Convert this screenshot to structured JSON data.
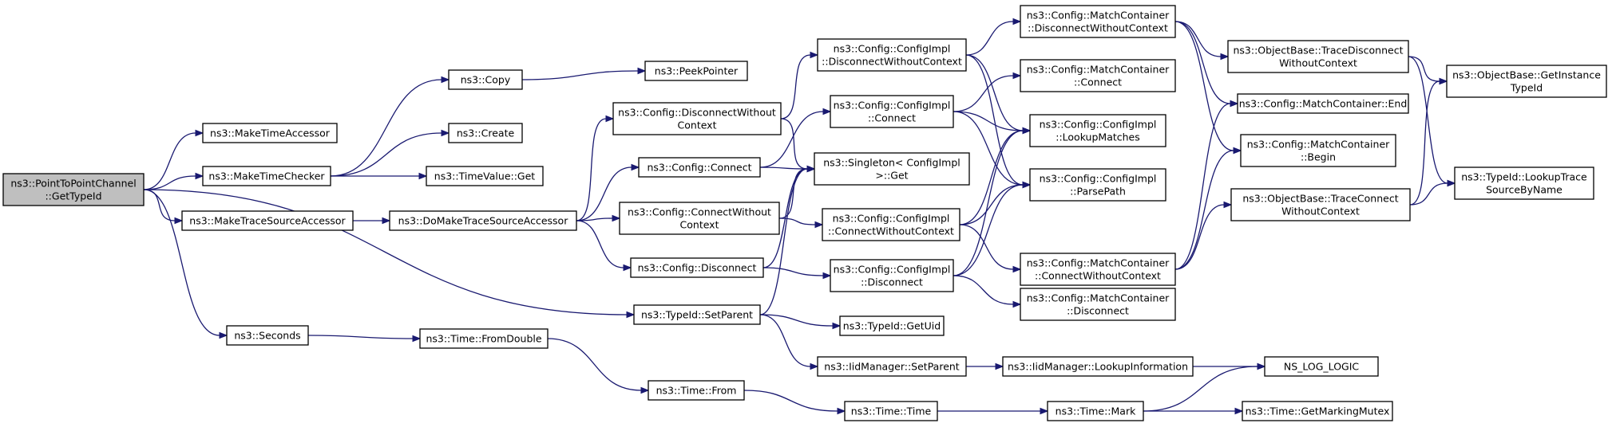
{
  "nodes": [
    {
      "id": "root",
      "lines": [
        "ns3::PointToPointChannel",
        "::GetTypeId"
      ],
      "root": true
    },
    {
      "id": "mta",
      "lines": [
        "ns3::MakeTimeAccessor"
      ]
    },
    {
      "id": "mtc",
      "lines": [
        "ns3::MakeTimeChecker"
      ]
    },
    {
      "id": "mtsa",
      "lines": [
        "ns3::MakeTraceSourceAccessor"
      ]
    },
    {
      "id": "secs",
      "lines": [
        "ns3::Seconds"
      ]
    },
    {
      "id": "copy",
      "lines": [
        "ns3::Copy"
      ]
    },
    {
      "id": "create",
      "lines": [
        "ns3::Create"
      ]
    },
    {
      "id": "tvget",
      "lines": [
        "ns3::TimeValue::Get"
      ]
    },
    {
      "id": "dmtsa",
      "lines": [
        "ns3::DoMakeTraceSourceAccessor"
      ]
    },
    {
      "id": "fromdouble",
      "lines": [
        "ns3::Time::FromDouble"
      ]
    },
    {
      "id": "peek",
      "lines": [
        "ns3::PeekPointer"
      ]
    },
    {
      "id": "cdwc",
      "lines": [
        "ns3::Config::DisconnectWithout",
        "Context"
      ]
    },
    {
      "id": "cconn",
      "lines": [
        "ns3::Config::Connect"
      ]
    },
    {
      "id": "ccwc",
      "lines": [
        "ns3::Config::ConnectWithout",
        "Context"
      ]
    },
    {
      "id": "cdisc",
      "lines": [
        "ns3::Config::Disconnect"
      ]
    },
    {
      "id": "setparent",
      "lines": [
        "ns3::TypeId::SetParent"
      ]
    },
    {
      "id": "tfrom",
      "lines": [
        "ns3::Time::From"
      ]
    },
    {
      "id": "cidwc",
      "lines": [
        "ns3::Config::ConfigImpl",
        "::DisconnectWithoutContext"
      ]
    },
    {
      "id": "cicon",
      "lines": [
        "ns3::Config::ConfigImpl",
        "::Connect"
      ]
    },
    {
      "id": "singleton",
      "lines": [
        "ns3::Singleton< ConfigImpl",
        ">::Get"
      ]
    },
    {
      "id": "cicwc",
      "lines": [
        "ns3::Config::ConfigImpl",
        "::ConnectWithoutContext"
      ]
    },
    {
      "id": "cidisc",
      "lines": [
        "ns3::Config::ConfigImpl",
        "::Disconnect"
      ]
    },
    {
      "id": "getuid",
      "lines": [
        "ns3::TypeId::GetUid"
      ]
    },
    {
      "id": "iidsp",
      "lines": [
        "ns3::IidManager::SetParent"
      ]
    },
    {
      "id": "ttime",
      "lines": [
        "ns3::Time::Time"
      ]
    },
    {
      "id": "mcdwc",
      "lines": [
        "ns3::Config::MatchContainer",
        "::DisconnectWithoutContext"
      ]
    },
    {
      "id": "mccon",
      "lines": [
        "ns3::Config::MatchContainer",
        "::Connect"
      ]
    },
    {
      "id": "cilm",
      "lines": [
        "ns3::Config::ConfigImpl",
        "::LookupMatches"
      ]
    },
    {
      "id": "cipp",
      "lines": [
        "ns3::Config::ConfigImpl",
        "::ParsePath"
      ]
    },
    {
      "id": "mccwc",
      "lines": [
        "ns3::Config::MatchContainer",
        "::ConnectWithoutContext"
      ]
    },
    {
      "id": "mcdisc",
      "lines": [
        "ns3::Config::MatchContainer",
        "::Disconnect"
      ]
    },
    {
      "id": "iidli",
      "lines": [
        "ns3::IidManager::LookupInformation"
      ]
    },
    {
      "id": "tmark",
      "lines": [
        "ns3::Time::Mark"
      ]
    },
    {
      "id": "obtdwc",
      "lines": [
        "ns3::ObjectBase::TraceDisconnect",
        "WithoutContext"
      ]
    },
    {
      "id": "mcend",
      "lines": [
        "ns3::Config::MatchContainer::End"
      ]
    },
    {
      "id": "mcbegin",
      "lines": [
        "ns3::Config::MatchContainer",
        "::Begin"
      ]
    },
    {
      "id": "obtcwc",
      "lines": [
        "ns3::ObjectBase::TraceConnect",
        "WithoutContext"
      ]
    },
    {
      "id": "nslog",
      "lines": [
        "NS_LOG_LOGIC"
      ]
    },
    {
      "id": "gmm",
      "lines": [
        "ns3::Time::GetMarkingMutex"
      ]
    },
    {
      "id": "obgit",
      "lines": [
        "ns3::ObjectBase::GetInstance",
        "TypeId"
      ]
    },
    {
      "id": "tilts",
      "lines": [
        "ns3::TypeId::LookupTrace",
        "SourceByName"
      ]
    }
  ],
  "edges": [
    [
      "root",
      "mta"
    ],
    [
      "root",
      "mtc"
    ],
    [
      "root",
      "mtsa"
    ],
    [
      "root",
      "secs"
    ],
    [
      "root",
      "setparent"
    ],
    [
      "mtc",
      "copy"
    ],
    [
      "mtc",
      "create"
    ],
    [
      "mtc",
      "tvget"
    ],
    [
      "mtsa",
      "dmtsa"
    ],
    [
      "dmtsa",
      "cdwc"
    ],
    [
      "dmtsa",
      "cconn"
    ],
    [
      "dmtsa",
      "ccwc"
    ],
    [
      "dmtsa",
      "cdisc"
    ],
    [
      "secs",
      "fromdouble"
    ],
    [
      "fromdouble",
      "tfrom"
    ],
    [
      "tfrom",
      "ttime"
    ],
    [
      "ttime",
      "tmark"
    ],
    [
      "copy",
      "peek"
    ],
    [
      "cdwc",
      "cidwc"
    ],
    [
      "cdwc",
      "singleton"
    ],
    [
      "cconn",
      "cicon"
    ],
    [
      "cconn",
      "singleton"
    ],
    [
      "ccwc",
      "cicwc"
    ],
    [
      "ccwc",
      "singleton"
    ],
    [
      "cdisc",
      "cidisc"
    ],
    [
      "cdisc",
      "singleton"
    ],
    [
      "setparent",
      "getuid"
    ],
    [
      "setparent",
      "iidsp"
    ],
    [
      "setparent",
      "singleton"
    ],
    [
      "iidsp",
      "iidli"
    ],
    [
      "iidli",
      "nslog"
    ],
    [
      "tmark",
      "nslog"
    ],
    [
      "tmark",
      "gmm"
    ],
    [
      "cidwc",
      "mcdwc"
    ],
    [
      "cidwc",
      "cilm"
    ],
    [
      "cidwc",
      "cipp"
    ],
    [
      "cicon",
      "mccon"
    ],
    [
      "cicon",
      "cilm"
    ],
    [
      "cicon",
      "cipp"
    ],
    [
      "cicwc",
      "mccwc"
    ],
    [
      "cicwc",
      "cilm"
    ],
    [
      "cicwc",
      "cipp"
    ],
    [
      "cidisc",
      "mcdisc"
    ],
    [
      "cidisc",
      "cilm"
    ],
    [
      "cidisc",
      "cipp"
    ],
    [
      "mcdwc",
      "obtdwc"
    ],
    [
      "mcdwc",
      "mcend"
    ],
    [
      "mcdwc",
      "mcbegin"
    ],
    [
      "mccwc",
      "obtcwc"
    ],
    [
      "mccwc",
      "mcend"
    ],
    [
      "mccwc",
      "mcbegin"
    ],
    [
      "obtdwc",
      "obgit"
    ],
    [
      "obtdwc",
      "tilts"
    ],
    [
      "obtcwc",
      "obgit"
    ],
    [
      "obtcwc",
      "tilts"
    ]
  ]
}
